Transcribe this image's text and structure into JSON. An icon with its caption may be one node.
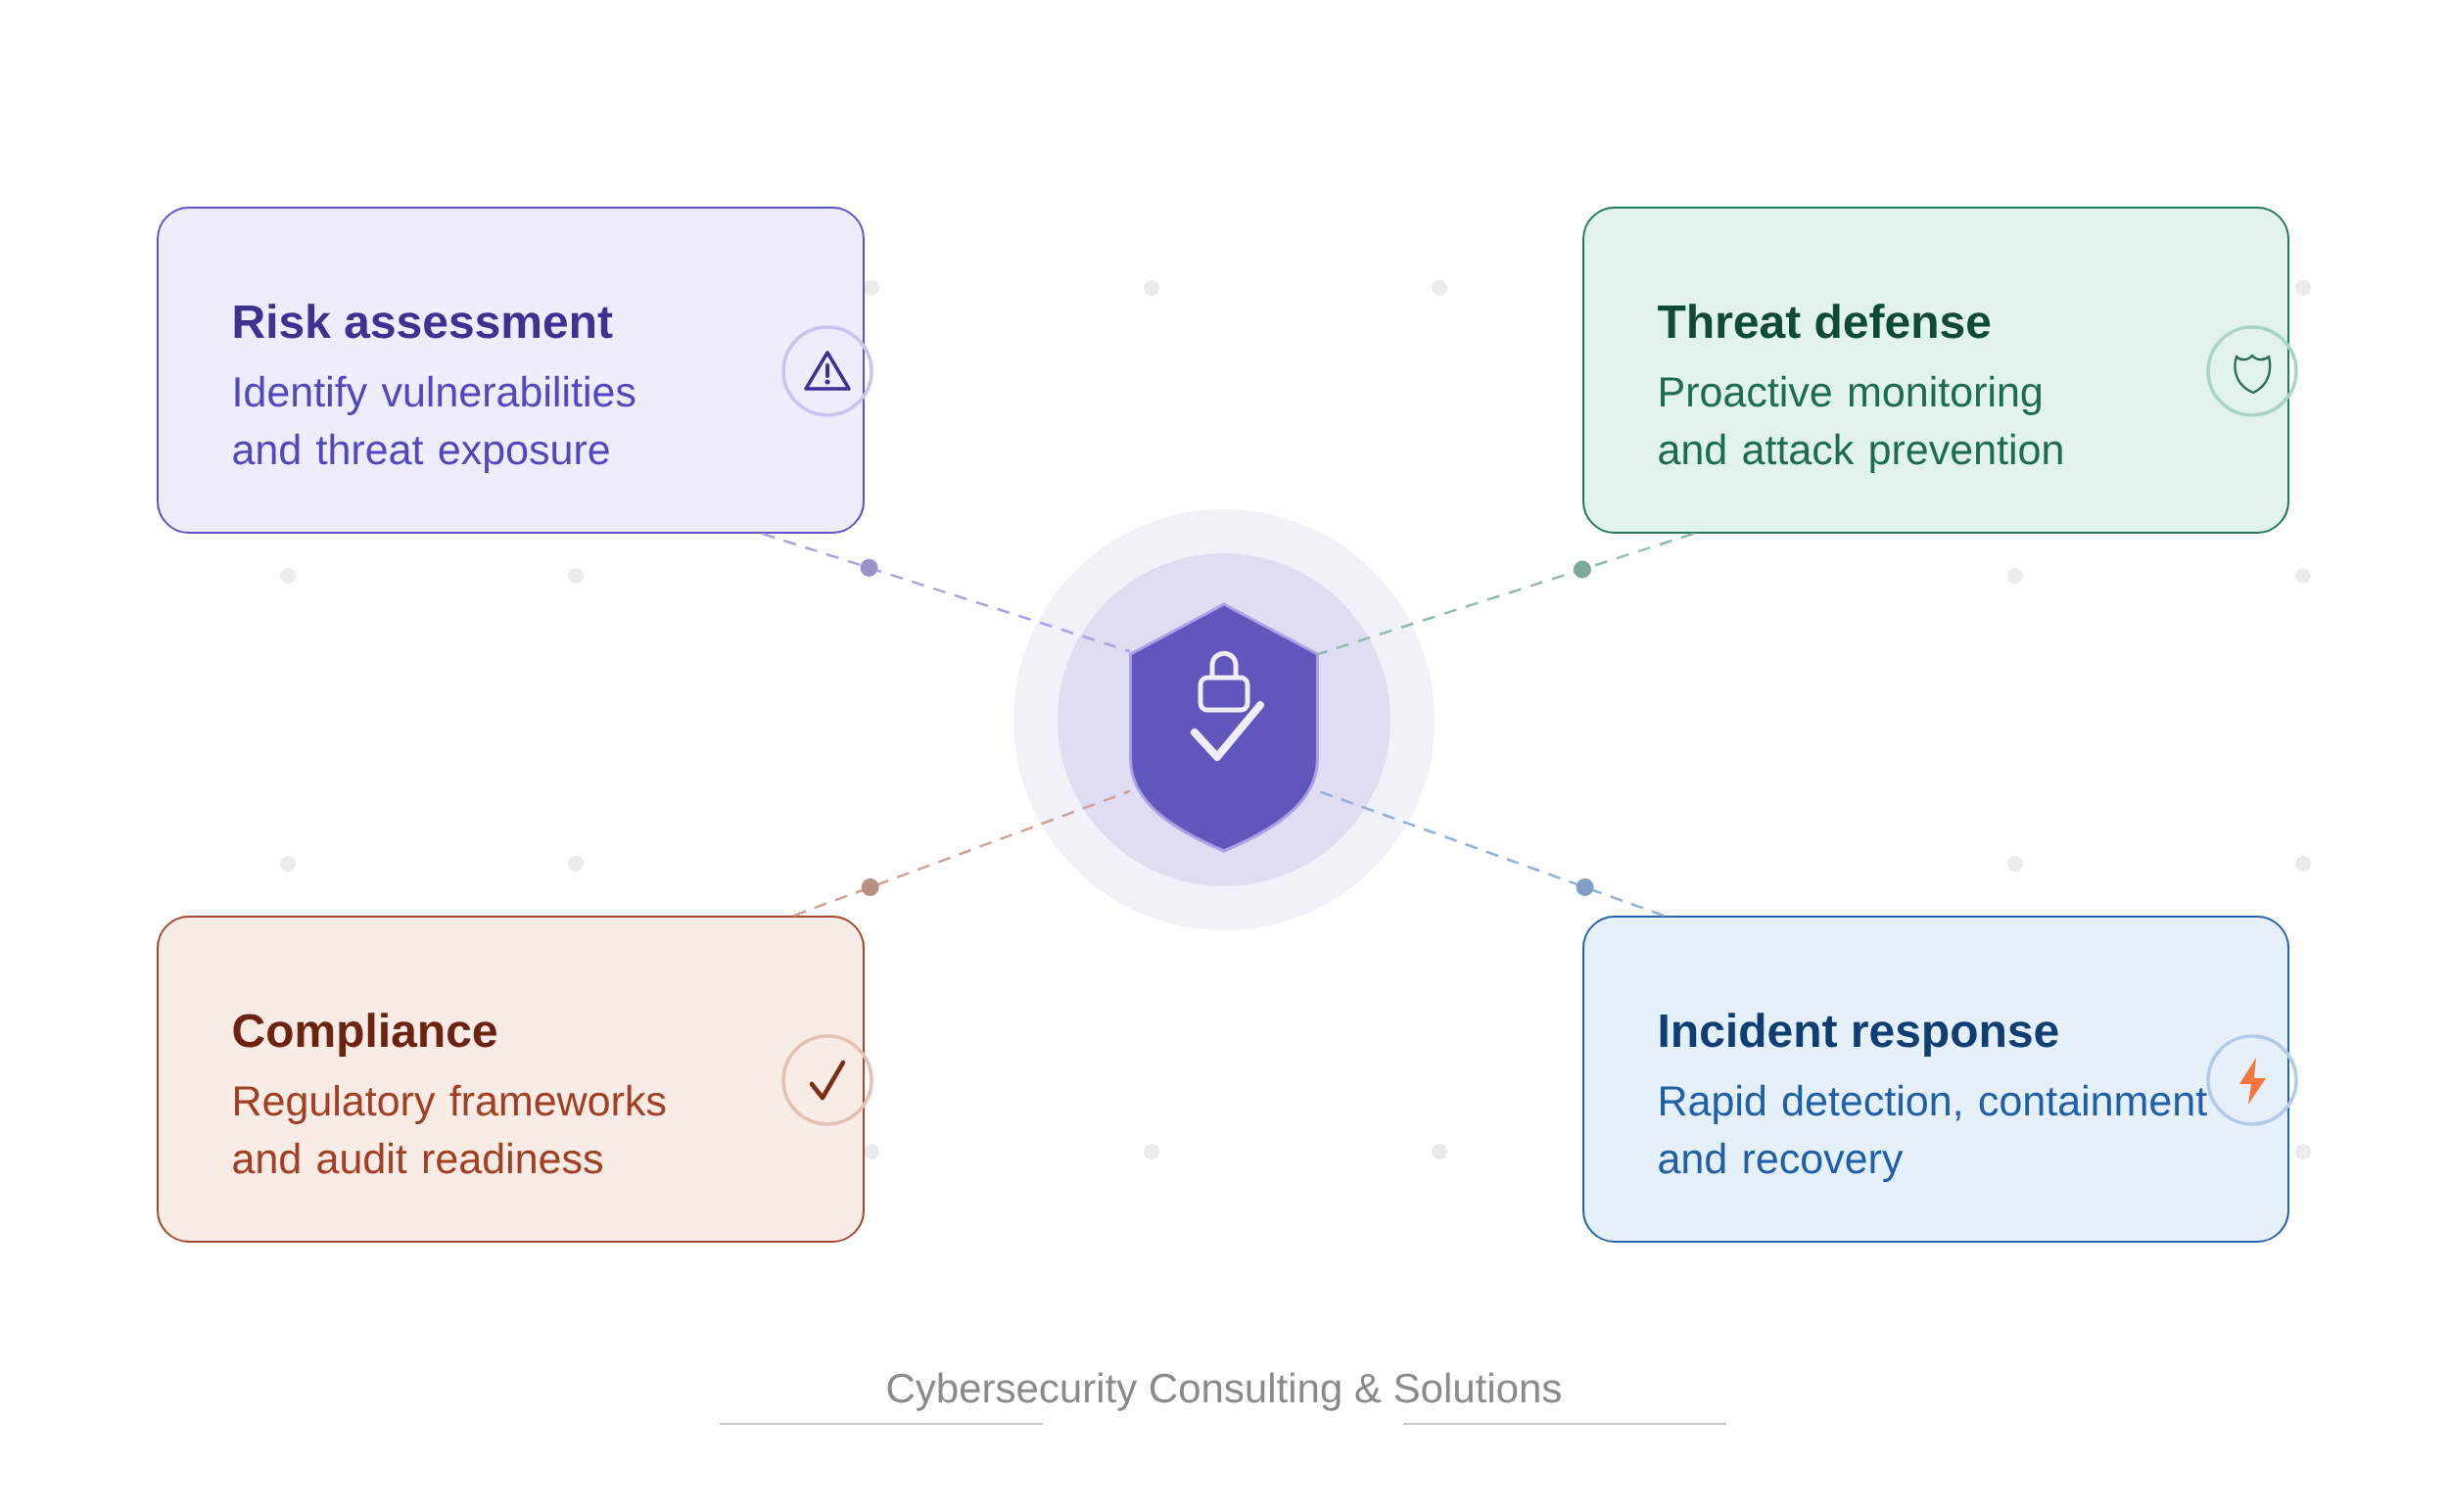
{
  "diagram": {
    "caption": "Cybersecurity Consulting & Solutions",
    "nodes": [
      {
        "text": [
          "Risk assessment",
          "Identify vulnerabilities and threat exposure"
        ]
      },
      {
        "text": [
          "Threat defense",
          "Proactive monitoring and attack prevention"
        ]
      },
      {
        "text": [],
        "shape": "picture"
      },
      {
        "text": [
          "Compliance",
          "Regulatory frameworks and audit readiness"
        ]
      },
      {
        "text": [
          "Incident response",
          "Rapid detection, containment and recovery"
        ]
      }
    ],
    "edges": [
      {
        "from": 0,
        "to": 2,
        "arrow": "none",
        "style": "dashed",
        "color": "#aaa3e0"
      },
      {
        "from": 1,
        "to": 2,
        "arrow": "none",
        "style": "dashed",
        "color": "#8ebcab"
      },
      {
        "from": 3,
        "to": 2,
        "arrow": "none",
        "style": "dashed",
        "color": "#d0a090"
      },
      {
        "from": 4,
        "to": 2,
        "arrow": "none",
        "style": "dashed",
        "color": "#90b1da"
      }
    ]
  }
}
